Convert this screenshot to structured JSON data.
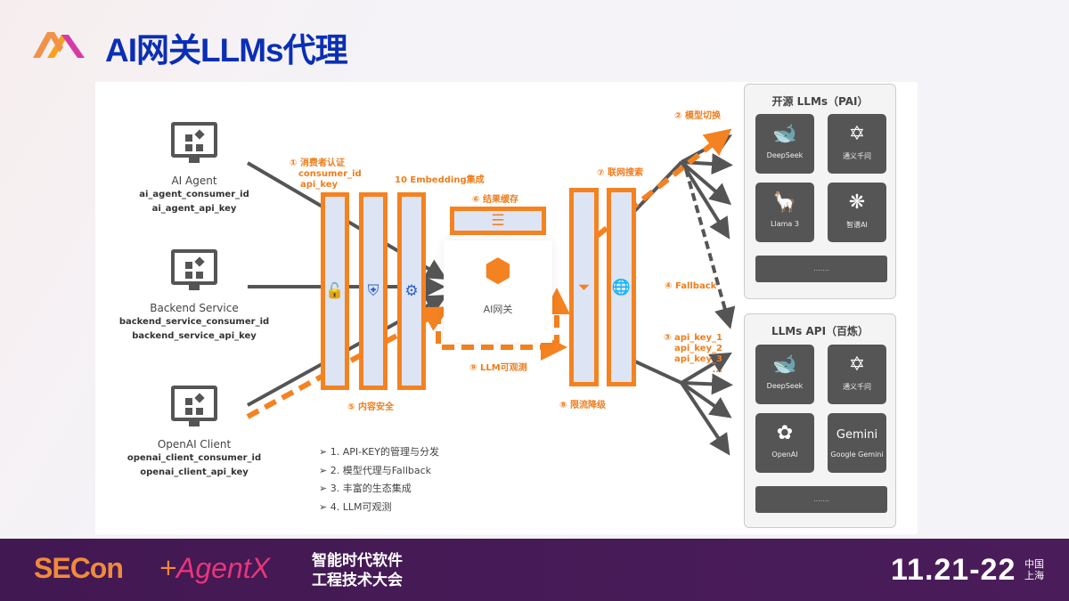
{
  "header": {
    "title": "AI网关LLMs代理"
  },
  "clients": [
    {
      "name": "AI Agent",
      "consumer_id": "ai_agent_consumer_id",
      "api_key": "ai_agent_api_key"
    },
    {
      "name": "Backend Service",
      "consumer_id": "backend_service_consumer_id",
      "api_key": "backend_service_api_key"
    },
    {
      "name": "OpenAI Client",
      "consumer_id": "openai_client_consumer_id",
      "api_key": "openai_client_api_key"
    }
  ],
  "labels": {
    "auth": "① 消费者认证",
    "auth_id": "consumer_id",
    "auth_key": "api_key",
    "embedding": "10 Embedding集成",
    "cache": "⑥ 结果缓存",
    "search": "⑦ 联网搜索",
    "switch": "② 模型切换",
    "fallback": "④ Fallback",
    "keys": [
      "③ api_key_1",
      "api_key_2",
      "api_key_3",
      "..."
    ],
    "security": "⑤ 内容安全",
    "observe": "⑨ LLM可观测",
    "ratelimit": "⑧ 限流降级",
    "gateway": "AI网关"
  },
  "groups": [
    {
      "title": "开源 LLMs（PAI）",
      "cards": [
        {
          "name": "DeepSeek",
          "icon": "whale-icon"
        },
        {
          "name": "通义千问",
          "icon": "qwen-icon"
        },
        {
          "name": "Llama 3",
          "icon": "llama-icon"
        },
        {
          "name": "智谱AI",
          "icon": "zhipu-icon"
        }
      ],
      "more": "......."
    },
    {
      "title": "LLMs API（百炼）",
      "cards": [
        {
          "name": "DeepSeek",
          "icon": "whale-icon"
        },
        {
          "name": "通义千问",
          "icon": "qwen-icon"
        },
        {
          "name": "OpenAI",
          "icon": "openai-icon"
        },
        {
          "name": "Google Gemini",
          "icon": "gemini-icon",
          "logo": "Gemini"
        }
      ],
      "more": "......."
    }
  ],
  "bullets": [
    "1. API-KEY的管理与分发",
    "2. 模型代理与Fallback",
    "3. 丰富的生态集成",
    "4. LLM可观测"
  ],
  "footer": {
    "logo1": "SECon",
    "plus": "+",
    "logo2": "AgentX",
    "conf_line1": "智能时代软件",
    "conf_line2": "工程技术大会",
    "date": "11.21-22",
    "loc1": "中国",
    "loc2": "上海"
  },
  "colors": {
    "accent": "#f58220",
    "title": "#0a2fb5",
    "footer": "#421852"
  }
}
